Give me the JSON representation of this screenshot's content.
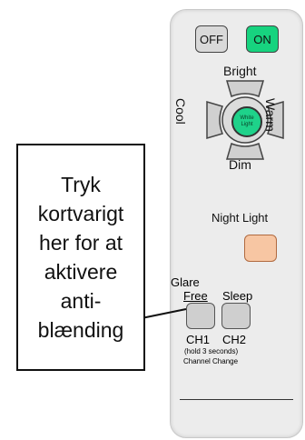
{
  "remote": {
    "off_label": "OFF",
    "on_label": "ON",
    "bright_label": "Bright",
    "dim_label": "Dim",
    "cool_label": "Cool",
    "warm_label": "Warm",
    "center_line1": "White",
    "center_line2": "Light",
    "night_light_label": "Night Light",
    "glare_label": "Glare",
    "free_label": "Free",
    "sleep_label": "Sleep",
    "ch1_label": "CH1",
    "ch2_label": "CH2",
    "hold_label": "(hold 3 seconds)",
    "channel_change_label": "Channel Change"
  },
  "callout": {
    "lines": [
      "Tryk",
      "kortvarigt",
      "her for at",
      "aktivere",
      "anti-",
      "blænding"
    ]
  },
  "colors": {
    "on_button": "#17d37f",
    "center_button": "#1ed28a",
    "night_light_button": "#f7c6a3",
    "remote_body": "#ececec"
  }
}
